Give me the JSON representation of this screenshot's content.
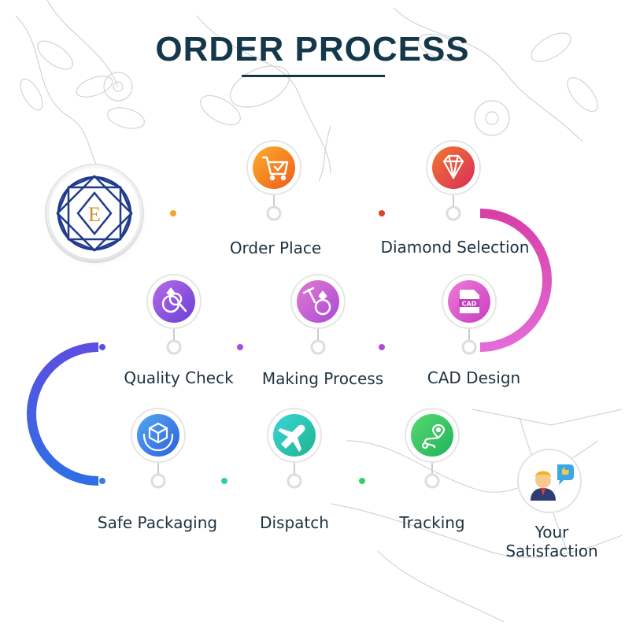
{
  "title": "ORDER PROCESS",
  "brand_logo_letter": "E",
  "steps": [
    {
      "label": "Order Place",
      "icon": "shopping-cart-icon",
      "color": "#f07a1c"
    },
    {
      "label": "Diamond Selection",
      "icon": "diamond-icon",
      "color": "#e5443a"
    },
    {
      "label": "CAD Design",
      "icon": "cad-file-icon",
      "color": "#e35fc7"
    },
    {
      "label": "Making Process",
      "icon": "ring-hammer-icon",
      "color": "#c25bd9"
    },
    {
      "label": "Quality Check",
      "icon": "ring-magnifier-icon",
      "color": "#8d4fe0"
    },
    {
      "label": "Safe Packaging",
      "icon": "hands-box-icon",
      "color": "#3b8fe6"
    },
    {
      "label": "Dispatch",
      "icon": "airplane-icon",
      "color": "#27c2b8"
    },
    {
      "label": "Tracking",
      "icon": "route-pin-icon",
      "color": "#2fc96a"
    },
    {
      "label": "Your Satisfaction",
      "label_lines": [
        "Your",
        "Satisfaction"
      ],
      "icon": "thumbs-up-person-icon"
    }
  ],
  "colors": {
    "title": "#14384a",
    "path_gradient": [
      "#f8c12b",
      "#f28b1d",
      "#ea4c3f",
      "#d83fa7",
      "#e46bd8",
      "#a45ce3",
      "#5a4fe0",
      "#2e6fe5",
      "#2ab5e8",
      "#2fd08a",
      "#3fcf3a"
    ]
  }
}
